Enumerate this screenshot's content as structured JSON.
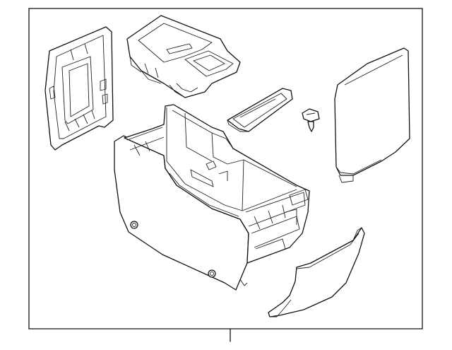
{
  "diagram": {
    "parts": [
      "console-side-trim-left",
      "console-top-tray",
      "console-storage-bin-liner",
      "trim-clip-fastener",
      "armrest-lid",
      "console-base-assembly",
      "console-rear-trim-panel"
    ],
    "stroke_color": "#111111",
    "background_color": "#ffffff"
  }
}
